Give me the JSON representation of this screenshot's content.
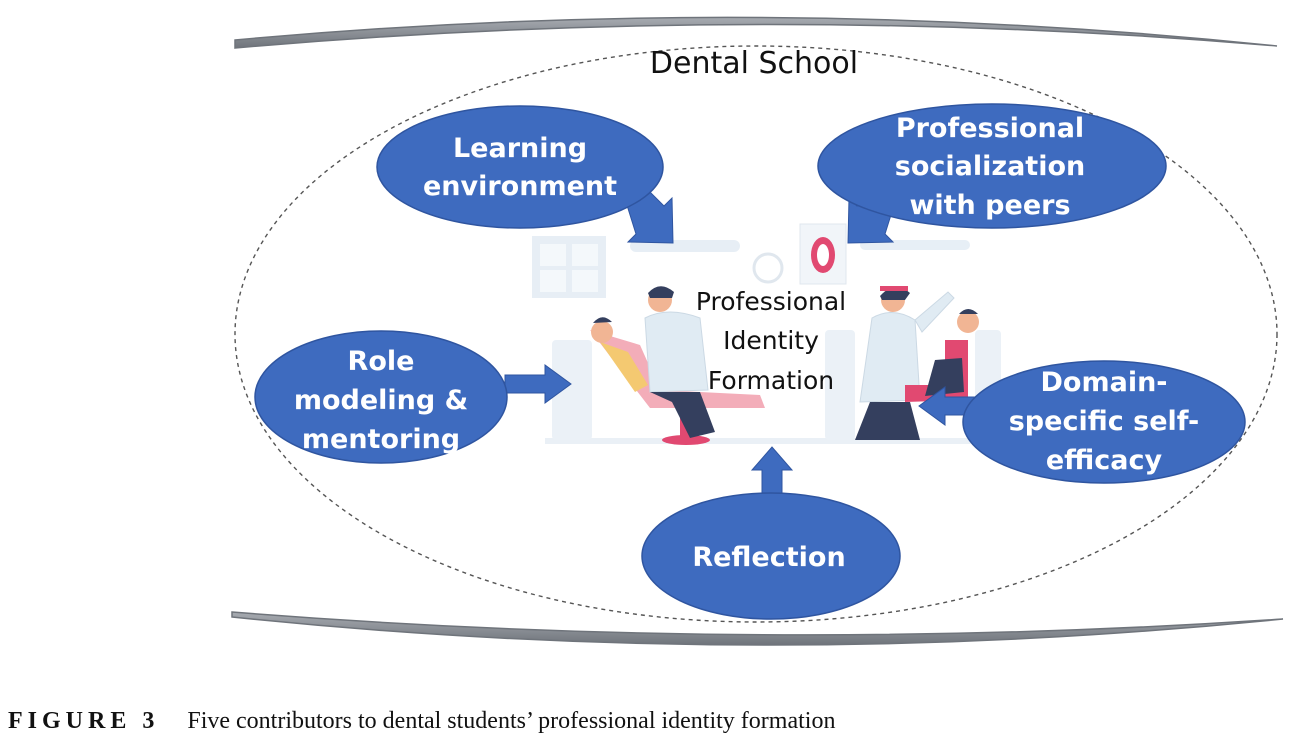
{
  "diagram": {
    "setting_label": "Dental School",
    "center_lines": [
      "Professional",
      "Identity",
      "Formation"
    ],
    "contributors": [
      {
        "id": "learning",
        "lines": [
          "Learning",
          "environment"
        ]
      },
      {
        "id": "socialization",
        "lines": [
          "Professional",
          "socialization",
          "with peers"
        ]
      },
      {
        "id": "role",
        "lines": [
          "Role",
          "modeling &",
          "mentoring"
        ]
      },
      {
        "id": "domain",
        "lines": [
          "Domain-",
          "specific self-",
          "efficacy"
        ]
      },
      {
        "id": "reflection",
        "lines": [
          "Reflection"
        ]
      }
    ],
    "colors": {
      "bubble_fill": "#3e6bbf",
      "bubble_stroke": "#2f55a0",
      "bracket": "#8a8f96",
      "dashed_outline": "#555555",
      "illustration_accent": "#e0406a",
      "illustration_light": "#dfeaf3"
    },
    "illustration": "dental-clinic-illustration"
  },
  "caption": {
    "label": "FIGURE 3",
    "text": "Five contributors to dental students’ professional identity formation"
  }
}
